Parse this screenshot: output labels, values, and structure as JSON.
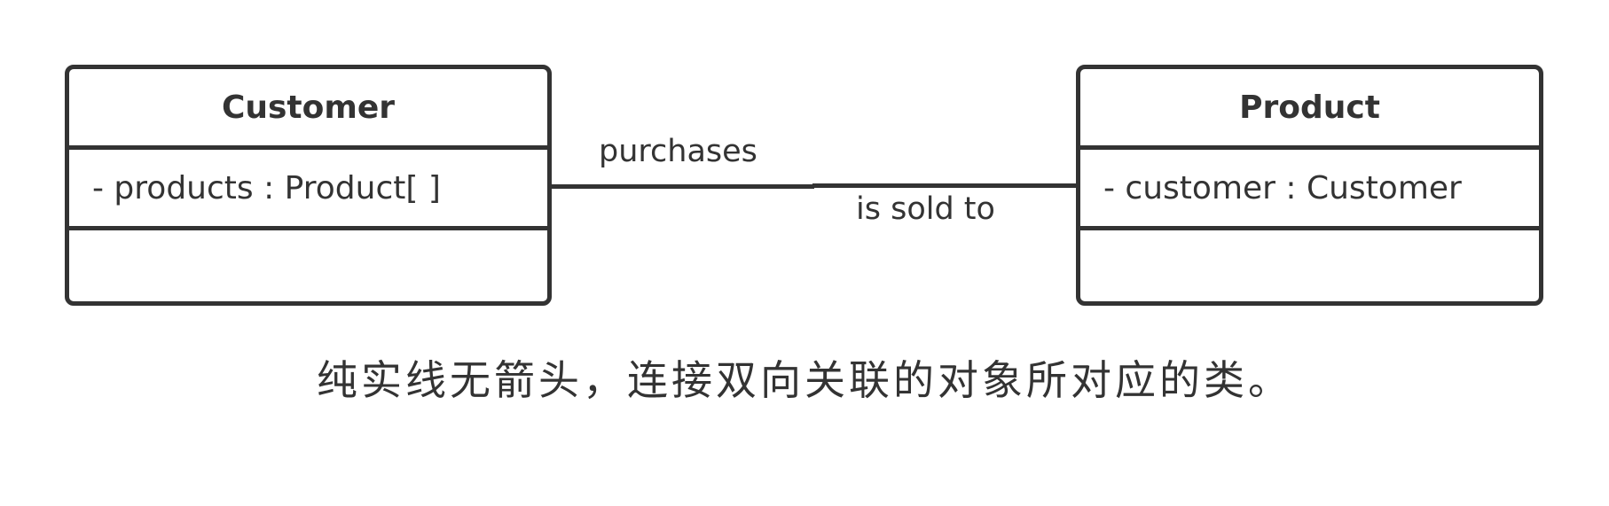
{
  "diagram": {
    "type": "UML class diagram - bidirectional association",
    "classes": [
      {
        "name": "Customer",
        "attributes": [
          "- products : Product[ ]"
        ],
        "operations": []
      },
      {
        "name": "Product",
        "attributes": [
          "- customer : Customer"
        ],
        "operations": []
      }
    ],
    "association": {
      "from": "Customer",
      "to": "Product",
      "style": "solid line, no arrowheads",
      "label_near_customer": "purchases",
      "label_near_product": "is sold to"
    },
    "caption": "纯实线无箭头，连接双向关联的对象所对应的类。",
    "colors": {
      "stroke": "#333333",
      "text": "#333333",
      "background": "#ffffff"
    }
  }
}
